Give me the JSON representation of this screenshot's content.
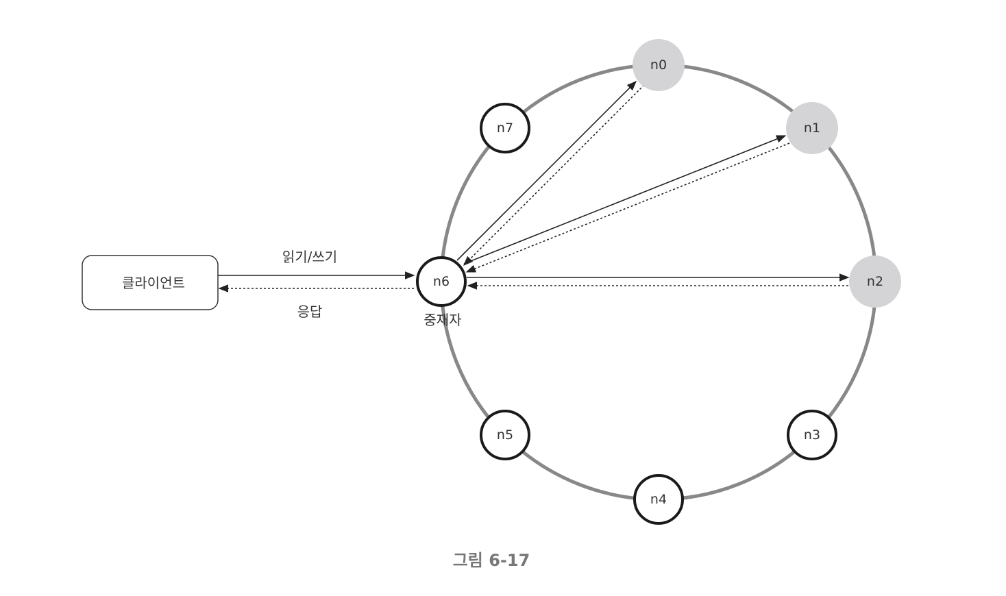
{
  "client": {
    "label": "클라이언트"
  },
  "edges": {
    "request_label": "읽기/쓰기",
    "response_label": "응답"
  },
  "coordinator": {
    "label": "중재자"
  },
  "nodes": {
    "n0": {
      "label": "n0",
      "highlighted": true
    },
    "n1": {
      "label": "n1",
      "highlighted": true
    },
    "n2": {
      "label": "n2",
      "highlighted": true
    },
    "n3": {
      "label": "n3",
      "highlighted": false
    },
    "n4": {
      "label": "n4",
      "highlighted": false
    },
    "n5": {
      "label": "n5",
      "highlighted": false
    },
    "n6": {
      "label": "n6",
      "highlighted": false
    },
    "n7": {
      "label": "n7",
      "highlighted": false
    }
  },
  "caption": "그림 6-17",
  "colors": {
    "ring": "#888888",
    "highlight_fill": "#d4d4d6",
    "stroke": "#1a1a1a"
  }
}
